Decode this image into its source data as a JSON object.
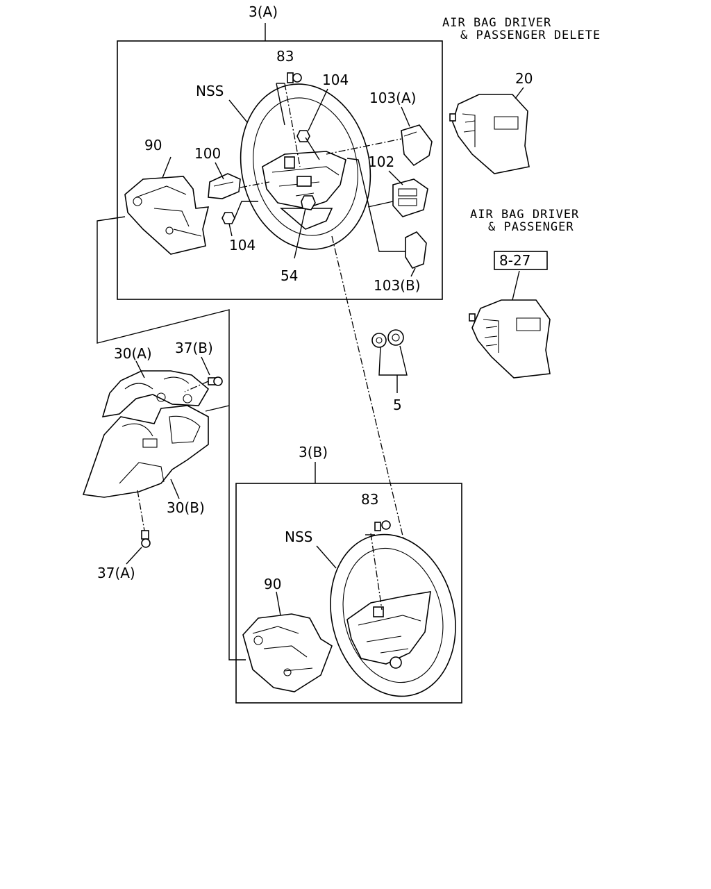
{
  "notes": {
    "delete_line1": "AIR BAG DRIVER",
    "delete_line2": "& PASSENGER DELETE",
    "airbag_line1": "AIR BAG DRIVER",
    "airbag_line2": "& PASSENGER",
    "ref_box": "8-27"
  },
  "labels": {
    "group_a": "3(A)",
    "group_b": "3(B)",
    "p83_a": "83",
    "p83_b": "83",
    "nss_a": "NSS",
    "nss_b": "NSS",
    "p104_top": "104",
    "p104_bottom": "104",
    "p103a": "103(A)",
    "p103b": "103(B)",
    "p102": "102",
    "p100": "100",
    "p90_a": "90",
    "p90_b": "90",
    "p54": "54",
    "p20": "20",
    "p5": "5",
    "p30a": "30(A)",
    "p30b": "30(B)",
    "p37a": "37(A)",
    "p37b": "37(B)"
  }
}
